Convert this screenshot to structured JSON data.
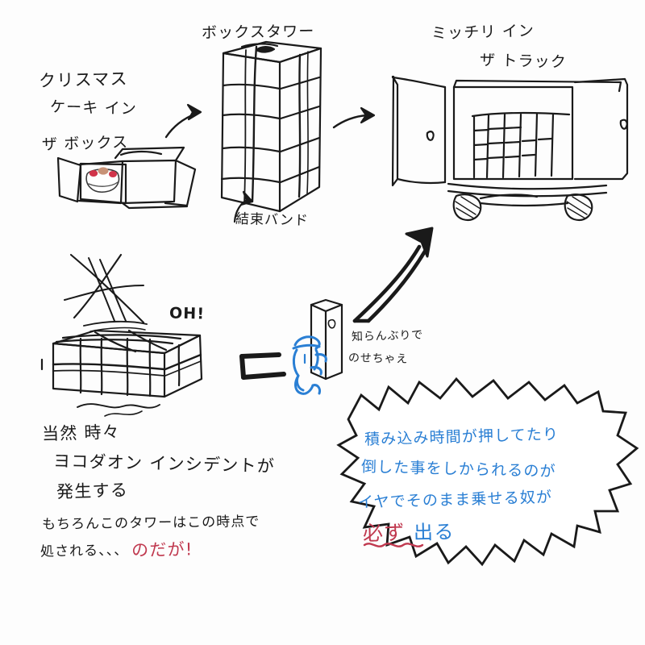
{
  "meta": {
    "title": "Christmas cake delivery hand-drawn comic",
    "background_color": "#fdfdfd",
    "ink_color": "#1a1a1a",
    "accent_red": "#c0394f",
    "accent_blue": "#2a7fd4"
  },
  "panels": {
    "cake_box": {
      "heading_line1": "クリスマス",
      "heading_line2": "ケーキ イン",
      "heading_line3": "ザ ボックス",
      "drawing_name": "cake-in-box-drawing"
    },
    "box_tower": {
      "heading": "ボックスタワー",
      "callout": "結束バンド",
      "drawing_name": "box-tower-drawing"
    },
    "truck": {
      "heading_line1": "ミッチリ イン",
      "heading_line2": "ザ トラック",
      "drawing_name": "truck-loaded-drawing"
    },
    "fallen_tower": {
      "exclaim": "OH!",
      "drawing_name": "toppled-tower-drawing"
    },
    "worker": {
      "note_line1": "知らんぶりで",
      "note_line2": "のせちゃえ",
      "drawing_name": "worker-pushing-box-drawing"
    }
  },
  "captions": {
    "incident": {
      "line1": "当然 時々",
      "line2": "ヨコダオン インシデントが",
      "line3": "発生する"
    },
    "aftermath": {
      "line1": "もちろんこのタワーはこの時点で",
      "line2_black": "処される、、、",
      "line2_red": "のだが!"
    }
  },
  "speech_bubble": {
    "line1": "積み込み時間が押してたり",
    "line2": "倒した事をしかられるのが",
    "line3": "イヤでそのまま乗せる奴が",
    "line4_red": "必ず",
    "line4_blue": "出る"
  }
}
